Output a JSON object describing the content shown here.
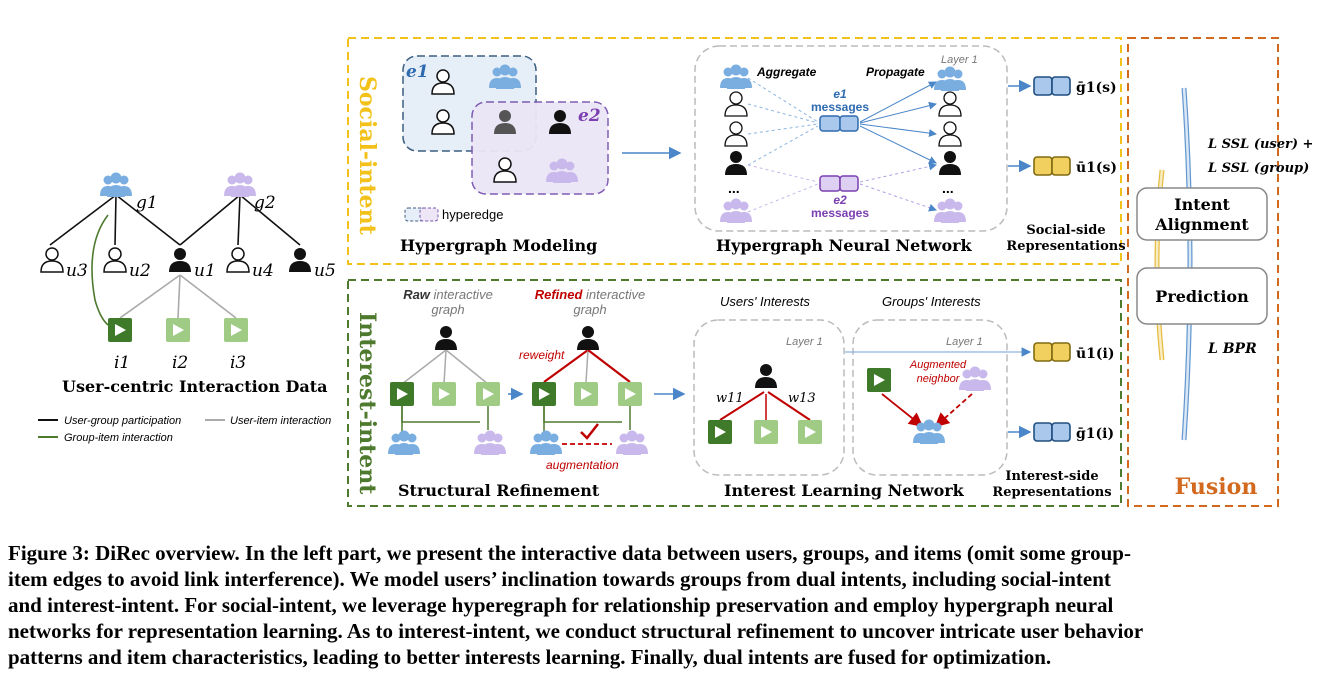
{
  "left": {
    "group_labels": [
      "g1",
      "g2"
    ],
    "user_labels": [
      "u3",
      "u2",
      "u1",
      "u4",
      "u5"
    ],
    "item_labels": [
      "i1",
      "i2",
      "i3"
    ],
    "title": "User-centric Interaction Data",
    "legend": [
      "User-group participation",
      "User-item interaction",
      "Group-item interaction"
    ]
  },
  "social": {
    "section_label": "Social-intent",
    "e1": "e1",
    "e2": "e2",
    "hyperedge": "hyperedge",
    "hypergraph_title": "Hypergraph Modeling",
    "hnn_title": "Hypergraph Neural Network",
    "aggregate": "Aggregate",
    "propagate": "Propagate",
    "layer": "Layer 1",
    "e1_messages": [
      "e1",
      "messages"
    ],
    "e2_messages": [
      "e2",
      "messages"
    ],
    "dots": "...",
    "g_label": "ḡ1(s)",
    "u_label": "ū1(s)",
    "repr": [
      "Social-side",
      "Representations"
    ]
  },
  "interest": {
    "section_label": "Interest-intent",
    "raw": "Raw",
    "raw_rest": "interactive",
    "graph": "graph",
    "refined": "Refined",
    "refined_rest": "interactive",
    "reweight": "reweight",
    "augmentation": "augmentation",
    "structural_title": "Structural Refinement",
    "users_interests": "Users' Interests",
    "groups_interests": "Groups' Interests",
    "layer": "Layer 1",
    "w11": "w11",
    "w13": "w13",
    "augmented": [
      "Augmented",
      "neighbor"
    ],
    "iln_title": "Interest Learning Network",
    "u_label": "ū1(i)",
    "g_label": "ḡ1(i)",
    "repr": [
      "Interest-side",
      "Representations"
    ]
  },
  "fusion": {
    "ssl_user": "L SSL (user) +",
    "ssl_group": "L SSL (group)",
    "intent_alignment": [
      "Intent",
      "Alignment"
    ],
    "prediction": "Prediction",
    "bpr": "L BPR",
    "title": "Fusion"
  },
  "colors": {
    "social": "#f2c21a",
    "interest": "#4e7a2e",
    "fusion": "#d2691e",
    "blue": "#4a86c8",
    "purple": "#a78bd6",
    "green": "#8fbf6e",
    "red": "#c00000"
  },
  "caption": [
    "Figure 3: DiRec overview. In the left part, we present the interactive data between users, groups, and items (omit some group-",
    "item edges to avoid link interference). We model users’ inclination towards groups from dual intents, including social-intent",
    "and interest-intent. For social-intent, we leverage hyperegraph for relationship preservation and employ hypergraph neural",
    "networks for representation learning. As to interest-intent, we conduct structural refinement to uncover intricate user behavior",
    "patterns and item characteristics, leading to better interests learning. Finally, dual intents are fused for optimization."
  ]
}
